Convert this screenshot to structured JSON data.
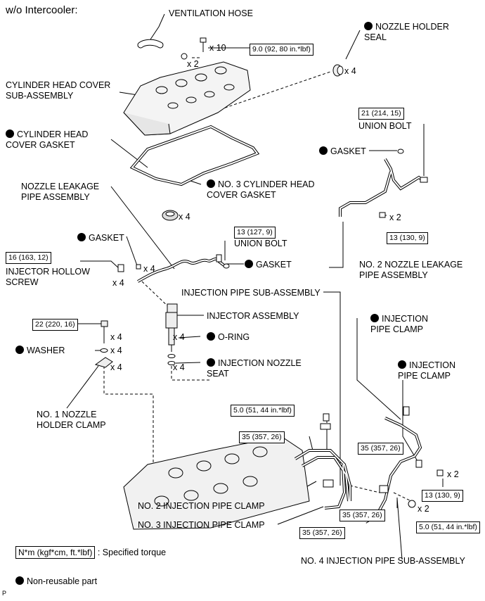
{
  "title": "w/o Intercooler:",
  "labels": {
    "ventilation_hose": "VENTILATION HOSE",
    "nozzle_holder_seal": "NOZZLE HOLDER\nSEAL",
    "cyl_head_cover": "CYLINDER HEAD COVER\nSUB-ASSEMBLY",
    "cyl_head_cover_gasket": "CYLINDER HEAD\nCOVER GASKET",
    "union_bolt_top": "UNION BOLT",
    "gasket_right": "GASKET",
    "nozzle_leakage_pipe": "NOZZLE LEAKAGE\nPIPE ASSEMBLY",
    "no3_cyl_head_cover_gasket": "NO. 3 CYLINDER HEAD\nCOVER GASKET",
    "gasket_left": "GASKET",
    "union_bolt_mid": "UNION BOLT",
    "injector_hollow_screw": "INJECTOR HOLLOW\nSCREW",
    "gasket_mid": "GASKET",
    "no2_nozzle_leakage_pipe": "NO. 2 NOZZLE LEAKAGE\nPIPE ASSEMBLY",
    "injection_pipe_sub": "INJECTION PIPE SUB-ASSEMBLY",
    "injector_assembly": "INJECTOR ASSEMBLY",
    "injection_pipe_clamp_1": "INJECTION\nPIPE CLAMP",
    "o_ring": "O-RING",
    "washer": "WASHER",
    "injection_nozzle_seat": "INJECTION NOZZLE\nSEAT",
    "injection_pipe_clamp_2": "INJECTION\nPIPE CLAMP",
    "no1_nozzle_holder_clamp": "NO. 1 NOZZLE\nHOLDER CLAMP",
    "no2_injection_pipe_clamp": "NO. 2 INJECTION PIPE CLAMP",
    "no3_injection_pipe_clamp": "NO. 3 INJECTION PIPE CLAMP",
    "no4_injection_pipe_sub": "NO. 4 INJECTION PIPE SUB-ASSEMBLY"
  },
  "torques": {
    "cover_bolt": "9.0 (92, 80 in.*lbf)",
    "union_bolt_top": "21 (214, 15)",
    "bolt_no2_leakage": "13 (130, 9)",
    "union_bolt_mid": "13 (127, 9)",
    "hollow_screw": "16 (163, 12)",
    "clamp_bolt": "22 (220, 16)",
    "clamp_5_0_top": "5.0 (51, 44 in.*lbf)",
    "pipe_35_a": "35 (357, 26)",
    "pipe_35_b": "35 (357, 26)",
    "clamp_bolt_right": "13 (130, 9)",
    "pipe_35_c": "35 (357, 26)",
    "pipe_35_d": "35 (357, 26)",
    "nut_5_0_bottom": "5.0 (51, 44 in.*lbf)"
  },
  "quantities": {
    "cover_bolt": "x 10",
    "cover_stud": "x 2",
    "nozzle_seal": "x 4",
    "no3_gasket": "x 4",
    "no2_bolt": "x 2",
    "gasket_left": "x 4",
    "hollow_screw": "x 4",
    "clamp_bolt": "x 4",
    "washer": "x 4",
    "clamp": "x 4",
    "o_ring": "x 4",
    "nozzle_seat": "x 4",
    "right_clamp_bolt": "x 2",
    "bottom_nut": "x 2"
  },
  "legend": {
    "torque_box": "N*m (kgf*cm, ft.*lbf)",
    "torque_text": ": Specified torque",
    "non_reusable": "Non-reusable part"
  },
  "corner_mark": "P"
}
